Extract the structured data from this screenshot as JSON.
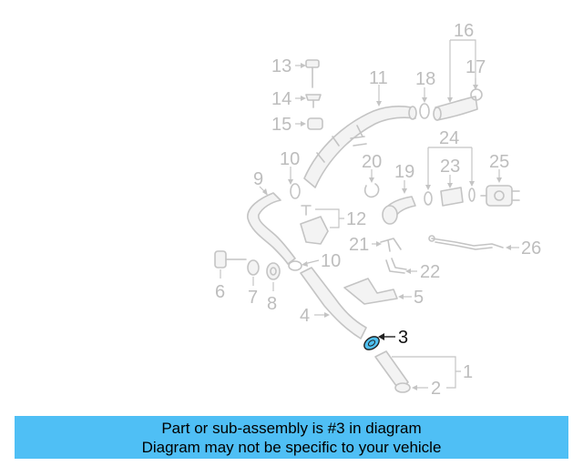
{
  "callouts": {
    "c1": "1",
    "c2": "2",
    "c3": "3",
    "c4": "4",
    "c5": "5",
    "c6": "6",
    "c7": "7",
    "c8": "8",
    "c9": "9",
    "c10a": "10",
    "c10b": "10",
    "c11": "11",
    "c12": "12",
    "c13": "13",
    "c14": "14",
    "c15": "15",
    "c16": "16",
    "c17": "17",
    "c18": "18",
    "c19": "19",
    "c20": "20",
    "c21": "21",
    "c22": "22",
    "c23": "23",
    "c24": "24",
    "c25": "25",
    "c26": "26"
  },
  "highlighted_part": "3",
  "colors": {
    "highlight": "#4fc0f0",
    "banner": "#4fbff5",
    "parts": "#c4c4c4"
  },
  "banner": {
    "line1": "Part or sub-assembly is #3 in diagram",
    "line2": "Diagram may not be specific to your vehicle"
  }
}
